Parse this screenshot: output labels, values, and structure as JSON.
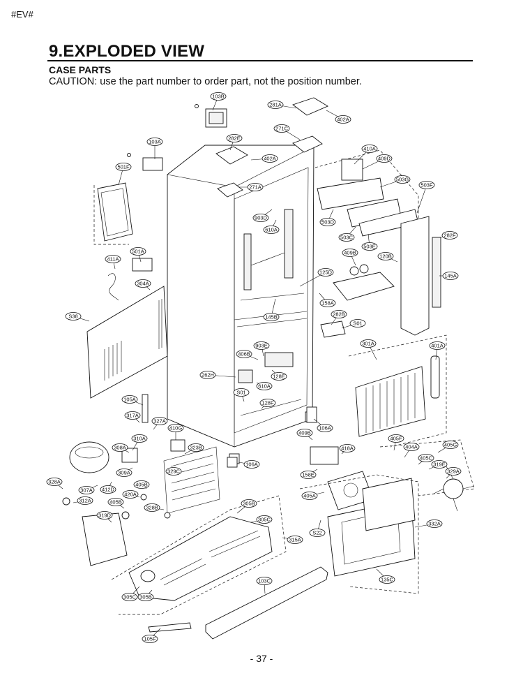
{
  "header": {
    "doc_tag": "#EV#",
    "title": "9.EXPLODED VIEW",
    "subtitle": "CASE PARTS",
    "caution": "CAUTION: use the part number to order part, not the position number."
  },
  "footer": {
    "page_number": "- 37 -"
  },
  "callouts": [
    "103B",
    "281A",
    "402A",
    "271C",
    "282E",
    "402A",
    "103A",
    "410A",
    "409D",
    "501F",
    "271A",
    "503G",
    "503F",
    "903D",
    "503D",
    "610A",
    "503C",
    "282F",
    "503E",
    "501A",
    "409B",
    "120B",
    "411A",
    "125D",
    "145A",
    "304A",
    "158A",
    "145B",
    "282B",
    "S38",
    "S01",
    "903E",
    "301A",
    "401A",
    "406B",
    "262H",
    "128E",
    "610A",
    "S01",
    "128F",
    "105A",
    "317A",
    "327A",
    "106A",
    "410G",
    "409B",
    "310A",
    "405F",
    "405G",
    "323B",
    "404A",
    "418A",
    "308A",
    "106A",
    "405C",
    "319E",
    "309A",
    "329C",
    "158E",
    "329A",
    "328A",
    "307A",
    "412D",
    "405B",
    "405A",
    "420A",
    "312A",
    "405B",
    "328B",
    "305B",
    "319D",
    "305C",
    "332A",
    "S22",
    "315A",
    "103C",
    "135C",
    "305C",
    "305B",
    "105F"
  ]
}
